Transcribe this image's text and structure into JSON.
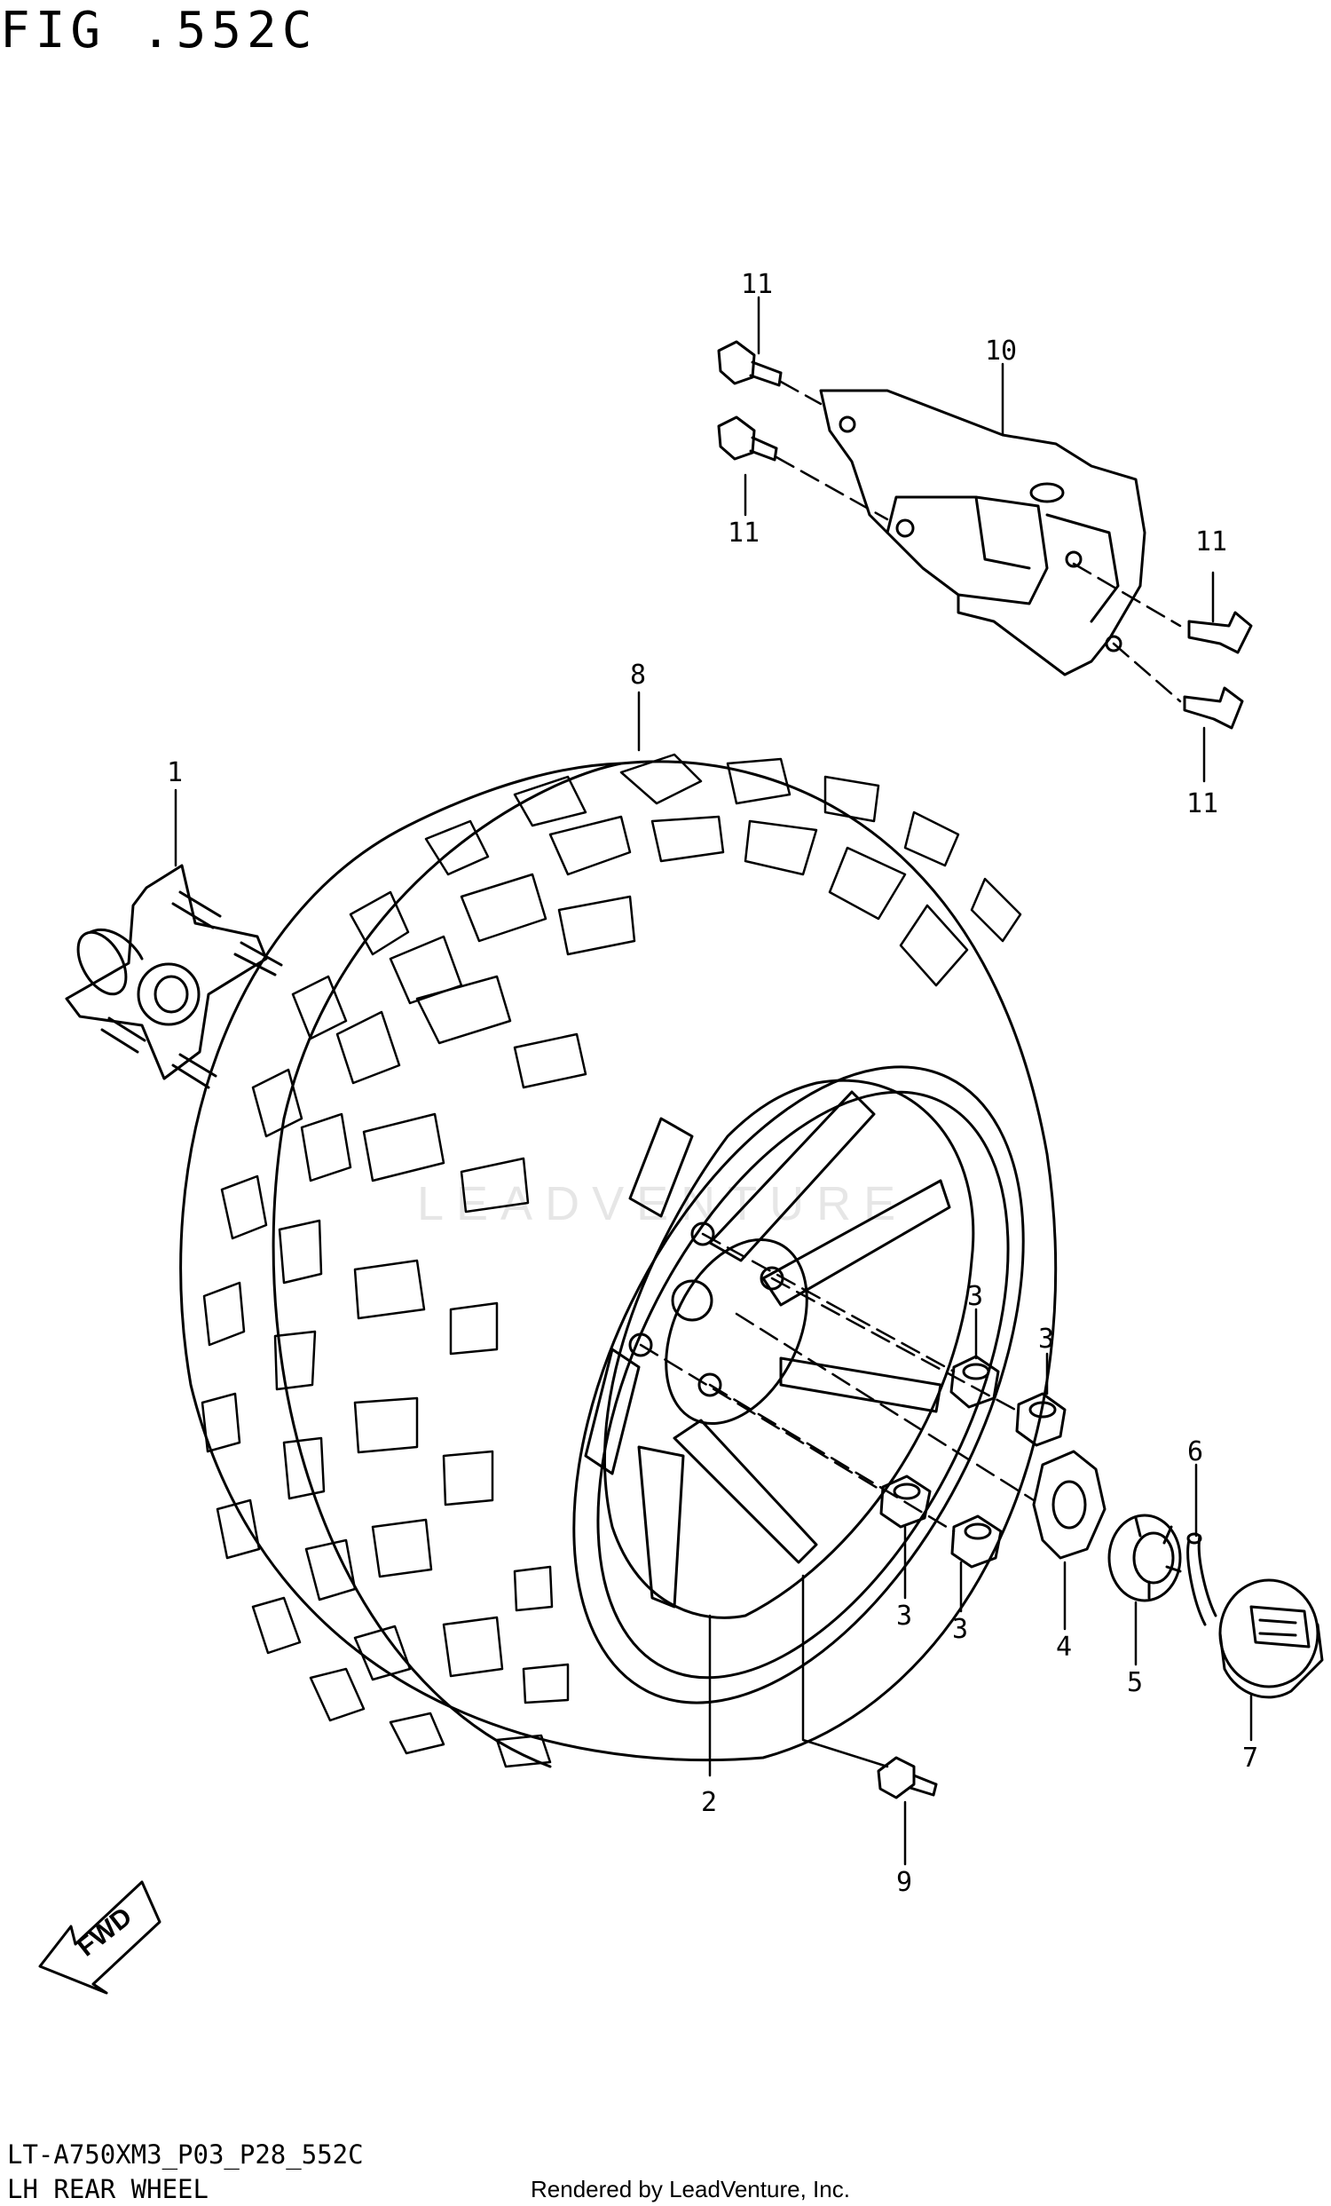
{
  "figure": {
    "title": "FIG .552C"
  },
  "footer": {
    "model_code": "LT-A750XM3_P03_P28_552C",
    "section_name": "LH REAR WHEEL",
    "rendered_by": "Rendered by LeadVenture, Inc."
  },
  "watermark": {
    "text": "LEADVENTURE"
  },
  "direction_arrow": {
    "label": "FWD"
  },
  "callouts": {
    "c1": "1",
    "c2": "2",
    "c3a": "3",
    "c3b": "3",
    "c3c": "3",
    "c3d": "3",
    "c4": "4",
    "c5": "5",
    "c6": "6",
    "c7": "7",
    "c8": "8",
    "c9": "9",
    "c10": "10",
    "c11a": "11",
    "c11b": "11",
    "c11c": "11",
    "c11d": "11"
  }
}
